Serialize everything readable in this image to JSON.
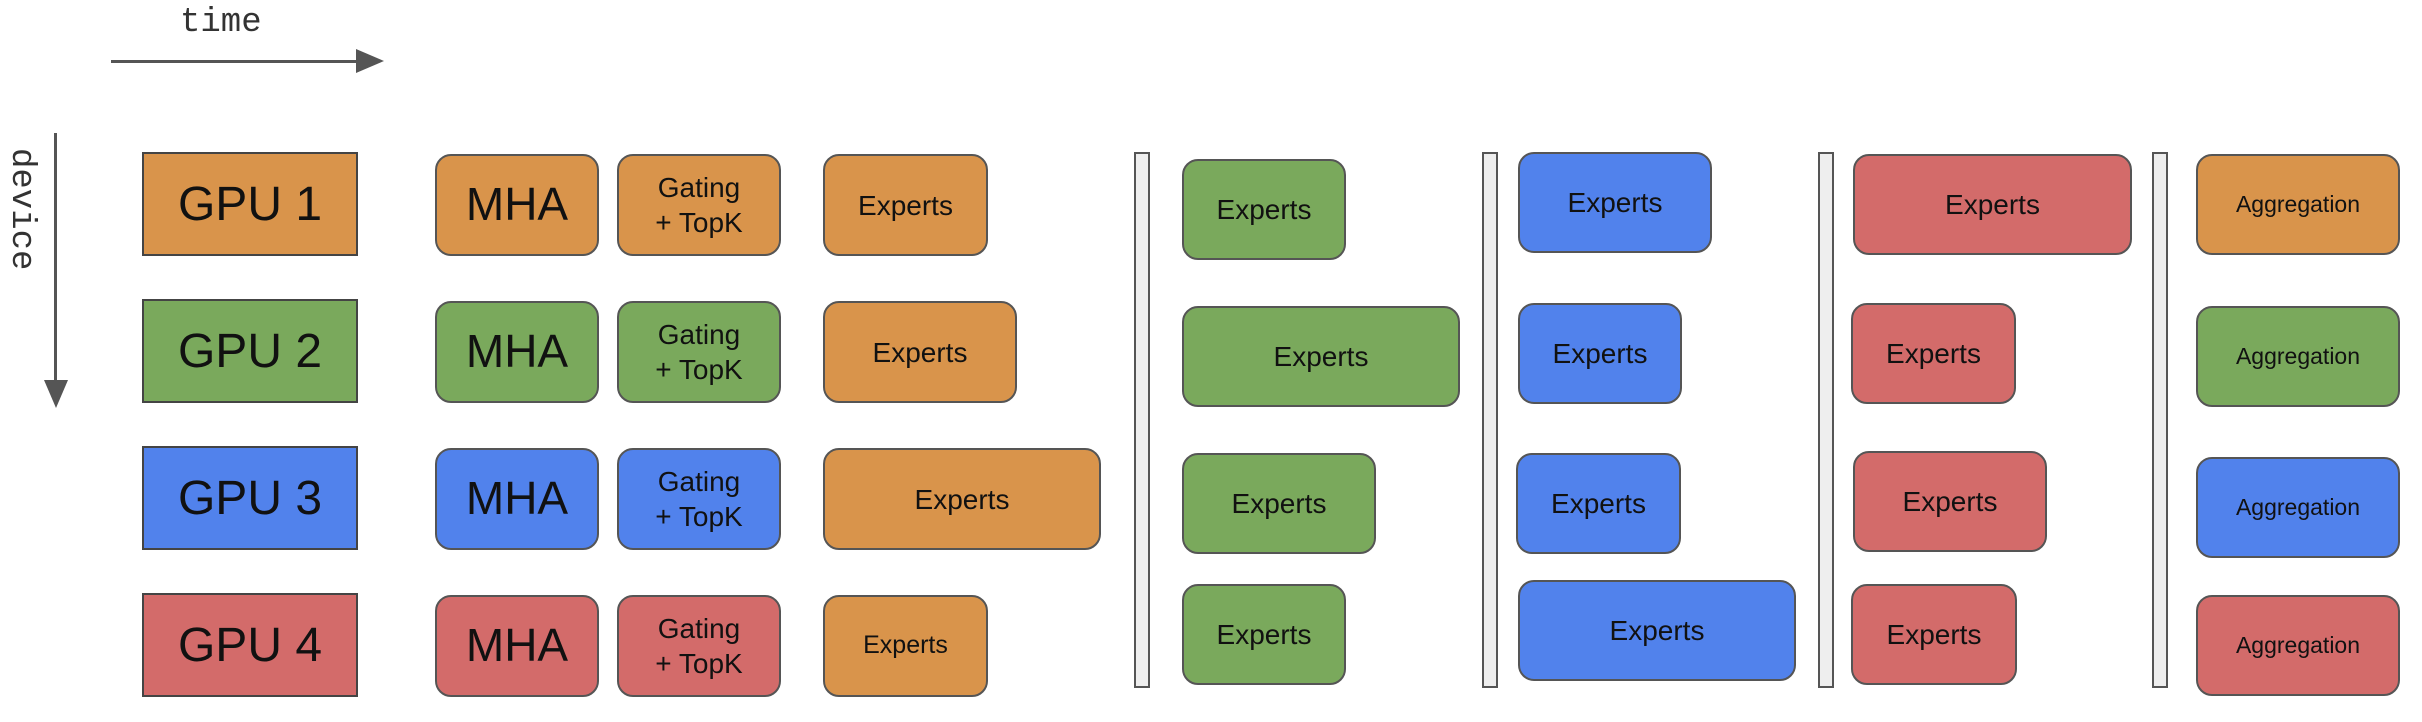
{
  "colors": {
    "orange": "#D9944B",
    "green": "#7AA95C",
    "blue": "#5182EC",
    "red": "#D36B6A",
    "axis": "#555555",
    "separator": "#EEEEEE"
  },
  "axes": {
    "time_label": "time",
    "device_label": "device"
  },
  "gpus": [
    {
      "label": "GPU 1",
      "color": "orange"
    },
    {
      "label": "GPU 2",
      "color": "green"
    },
    {
      "label": "GPU 3",
      "color": "blue"
    },
    {
      "label": "GPU 4",
      "color": "red"
    }
  ],
  "blocks": {
    "mha": "MHA",
    "gating_line1": "Gating",
    "gating_line2": "+ TopK",
    "experts": "Experts",
    "aggregation": "Aggregation"
  }
}
